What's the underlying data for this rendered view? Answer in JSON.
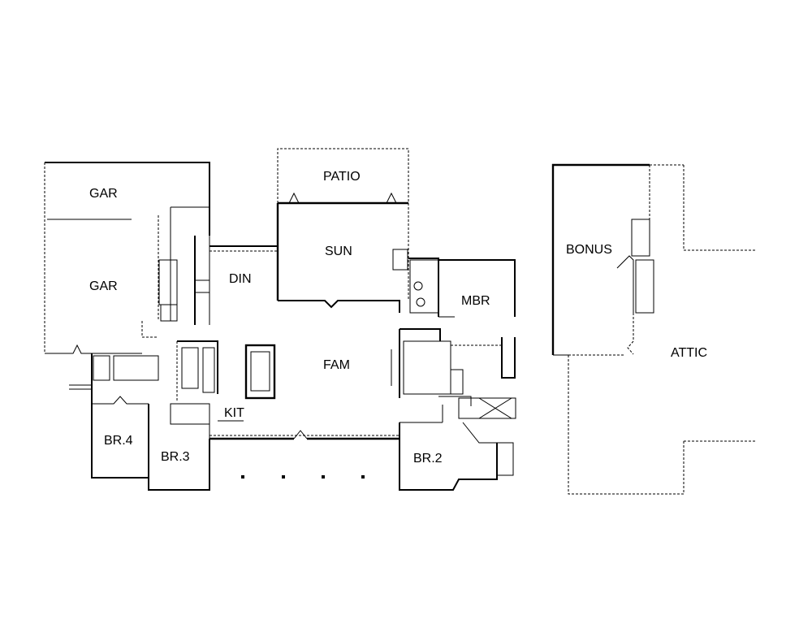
{
  "rooms": {
    "gar_top": "GAR",
    "gar_bottom": "GAR",
    "patio": "PATIO",
    "sun": "SUN",
    "din": "DIN",
    "mbr": "MBR",
    "fam": "FAM",
    "kit": "KIT",
    "br4": "BR.4",
    "br3": "BR.3",
    "br2": "BR.2",
    "bonus": "BONUS",
    "attic": "ATTIC"
  }
}
